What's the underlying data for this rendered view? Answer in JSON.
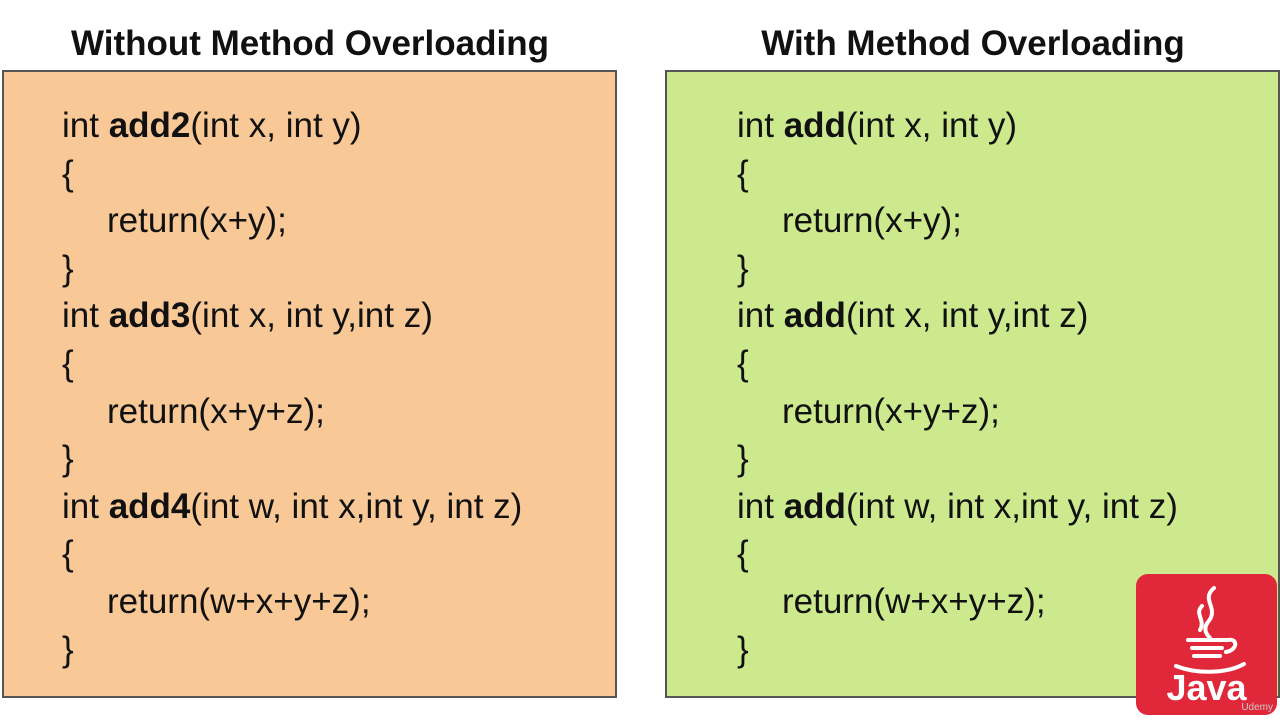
{
  "panels": [
    {
      "title": "Without Method Overloading",
      "color": "#f8c896",
      "functions": [
        {
          "ret": "int ",
          "name": "add2",
          "params": "(int x, int y)",
          "open": "{",
          "body": "return(x+y);",
          "close": "}"
        },
        {
          "ret": "int ",
          "name": "add3",
          "params": "(int x, int y,int z)",
          "open": "{",
          "body": "return(x+y+z);",
          "close": "}"
        },
        {
          "ret": "int ",
          "name": "add4",
          "params": "(int w, int x,int y, int z)",
          "open": "{",
          "body": "return(w+x+y+z);",
          "close": "}"
        }
      ]
    },
    {
      "title": "With Method Overloading",
      "color": "#cde98e",
      "functions": [
        {
          "ret": "int ",
          "name": "add",
          "params": "(int x, int y)",
          "open": "{",
          "body": "return(x+y);",
          "close": "}"
        },
        {
          "ret": "int ",
          "name": "add",
          "params": "(int x, int y,int z)",
          "open": "{",
          "body": "return(x+y+z);",
          "close": "}"
        },
        {
          "ret": "int ",
          "name": "add",
          "params": "(int w, int x,int y, int z)",
          "open": "{",
          "body": "return(w+x+y+z);",
          "close": "}"
        }
      ]
    }
  ],
  "logo": {
    "text": "Java",
    "icon": "java-coffee-cup-icon",
    "color": "#e0283a"
  },
  "watermark": "Udemy"
}
